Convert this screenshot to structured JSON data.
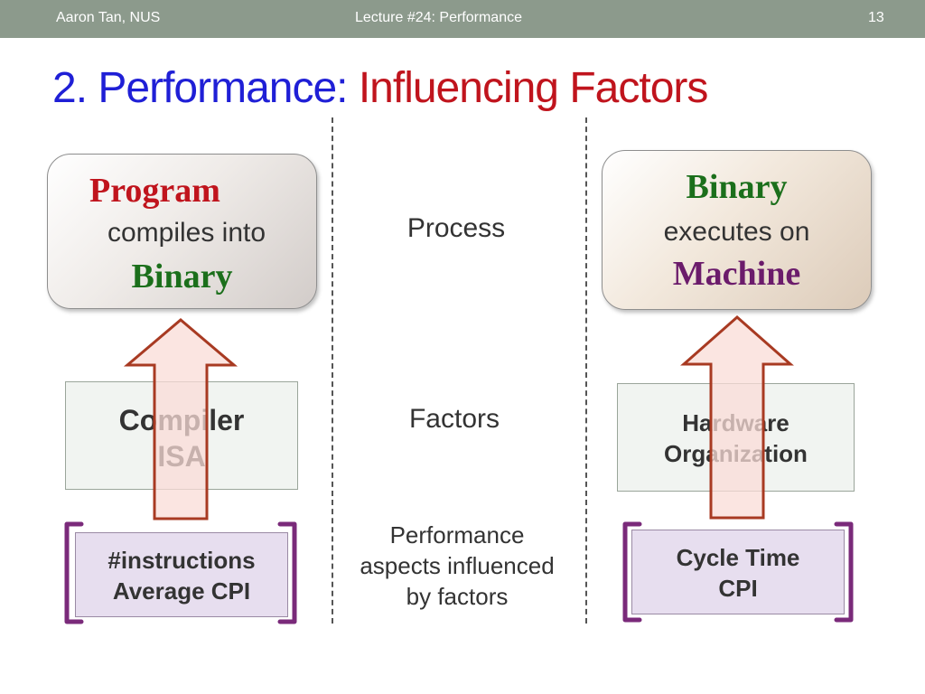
{
  "header": {
    "author": "Aaron Tan, NUS",
    "lecture": "Lecture #24: Performance",
    "page_number": "13"
  },
  "title": {
    "part1": "2. Performance: ",
    "part2": "Influencing Factors"
  },
  "left_top_box": {
    "line1": "Program",
    "line2": "compiles into",
    "line3": "Binary"
  },
  "right_top_box": {
    "line1": "Binary",
    "line2": "executes on",
    "line3": "Machine"
  },
  "middle": {
    "process_label": "Process",
    "factors_label": "Factors",
    "aspects_line1": "Performance",
    "aspects_line2": "aspects influenced",
    "aspects_line3": "by factors"
  },
  "left_factor_box": {
    "line1": "Compiler",
    "line2": "ISA"
  },
  "right_factor_box": {
    "line1": "Hardware",
    "line2": "Organization"
  },
  "left_perf_box": {
    "line1": "#instructions",
    "line2": "Average CPI"
  },
  "right_perf_box": {
    "line1": "Cycle Time",
    "line2": "CPI"
  },
  "colors": {
    "header_bar": "#8c9a8c",
    "title_blue": "#1f1fd6",
    "title_red": "#c0141d",
    "arrow_fill": "#f9dcd7",
    "arrow_stroke": "#a83a22",
    "bracket": "#7a2a7a"
  },
  "icons": [
    "up-arrow",
    "bracket"
  ]
}
